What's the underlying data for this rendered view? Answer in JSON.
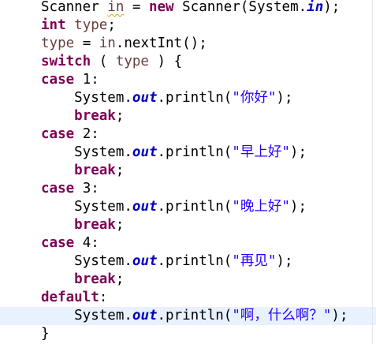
{
  "editor": {
    "lines": [
      {
        "tokens": [
          {
            "t": "Scanner ",
            "c": "plain"
          },
          {
            "t": "in",
            "c": "var squiggle"
          },
          {
            "t": " = ",
            "c": "plain"
          },
          {
            "t": "new",
            "c": "kw"
          },
          {
            "t": " Scanner(System.",
            "c": "plain"
          },
          {
            "t": "in",
            "c": "field"
          },
          {
            "t": ");",
            "c": "plain"
          }
        ]
      },
      {
        "tokens": [
          {
            "t": "int",
            "c": "kw"
          },
          {
            "t": " ",
            "c": "plain"
          },
          {
            "t": "type",
            "c": "var"
          },
          {
            "t": ";",
            "c": "plain"
          }
        ]
      },
      {
        "tokens": [
          {
            "t": "type",
            "c": "var"
          },
          {
            "t": " = ",
            "c": "plain"
          },
          {
            "t": "in",
            "c": "var"
          },
          {
            "t": ".nextInt();",
            "c": "plain"
          }
        ]
      },
      {
        "tokens": [
          {
            "t": "switch",
            "c": "kw"
          },
          {
            "t": " ( ",
            "c": "plain"
          },
          {
            "t": "type",
            "c": "var"
          },
          {
            "t": " ) {",
            "c": "plain"
          }
        ]
      },
      {
        "tokens": [
          {
            "t": "case",
            "c": "kw"
          },
          {
            "t": " 1:",
            "c": "plain"
          }
        ]
      },
      {
        "tokens": [
          {
            "t": "    System.",
            "c": "plain"
          },
          {
            "t": "out",
            "c": "field"
          },
          {
            "t": ".println(",
            "c": "plain"
          },
          {
            "t": "\"你好\"",
            "c": "str"
          },
          {
            "t": ");",
            "c": "plain"
          }
        ]
      },
      {
        "tokens": [
          {
            "t": "    ",
            "c": "plain"
          },
          {
            "t": "break",
            "c": "kw"
          },
          {
            "t": ";",
            "c": "plain"
          }
        ]
      },
      {
        "tokens": [
          {
            "t": "case",
            "c": "kw"
          },
          {
            "t": " 2:",
            "c": "plain"
          }
        ]
      },
      {
        "tokens": [
          {
            "t": "    System.",
            "c": "plain"
          },
          {
            "t": "out",
            "c": "field"
          },
          {
            "t": ".println(",
            "c": "plain"
          },
          {
            "t": "\"早上好\"",
            "c": "str"
          },
          {
            "t": ");",
            "c": "plain"
          }
        ]
      },
      {
        "tokens": [
          {
            "t": "    ",
            "c": "plain"
          },
          {
            "t": "break",
            "c": "kw"
          },
          {
            "t": ";",
            "c": "plain"
          }
        ]
      },
      {
        "tokens": [
          {
            "t": "case",
            "c": "kw"
          },
          {
            "t": " 3:",
            "c": "plain"
          }
        ]
      },
      {
        "tokens": [
          {
            "t": "    System.",
            "c": "plain"
          },
          {
            "t": "out",
            "c": "field"
          },
          {
            "t": ".println(",
            "c": "plain"
          },
          {
            "t": "\"晚上好\"",
            "c": "str"
          },
          {
            "t": ");",
            "c": "plain"
          }
        ]
      },
      {
        "tokens": [
          {
            "t": "    ",
            "c": "plain"
          },
          {
            "t": "break",
            "c": "kw"
          },
          {
            "t": ";",
            "c": "plain"
          }
        ]
      },
      {
        "tokens": [
          {
            "t": "case",
            "c": "kw"
          },
          {
            "t": " 4:",
            "c": "plain"
          }
        ]
      },
      {
        "tokens": [
          {
            "t": "    System.",
            "c": "plain"
          },
          {
            "t": "out",
            "c": "field"
          },
          {
            "t": ".println(",
            "c": "plain"
          },
          {
            "t": "\"再见\"",
            "c": "str"
          },
          {
            "t": ");",
            "c": "plain"
          }
        ]
      },
      {
        "tokens": [
          {
            "t": "    ",
            "c": "plain"
          },
          {
            "t": "break",
            "c": "kw"
          },
          {
            "t": ";",
            "c": "plain"
          }
        ]
      },
      {
        "tokens": [
          {
            "t": "default",
            "c": "kw"
          },
          {
            "t": ":",
            "c": "plain"
          }
        ]
      },
      {
        "highlight": true,
        "tokens": [
          {
            "t": "    System.",
            "c": "plain"
          },
          {
            "t": "out",
            "c": "field"
          },
          {
            "t": ".println(",
            "c": "plain"
          },
          {
            "t": "\"啊，什么啊？\"",
            "c": "str"
          },
          {
            "t": ");",
            "c": "plain"
          }
        ]
      },
      {
        "tokens": [
          {
            "t": "}",
            "c": "plain"
          }
        ]
      }
    ],
    "colors": {
      "keyword": "#7f0055",
      "static_field": "#0000c0",
      "local_variable": "#6a3e3e",
      "string": "#2a00ff",
      "current_line": "#e8f2fe",
      "warning_squiggle": "#d6a400"
    }
  }
}
